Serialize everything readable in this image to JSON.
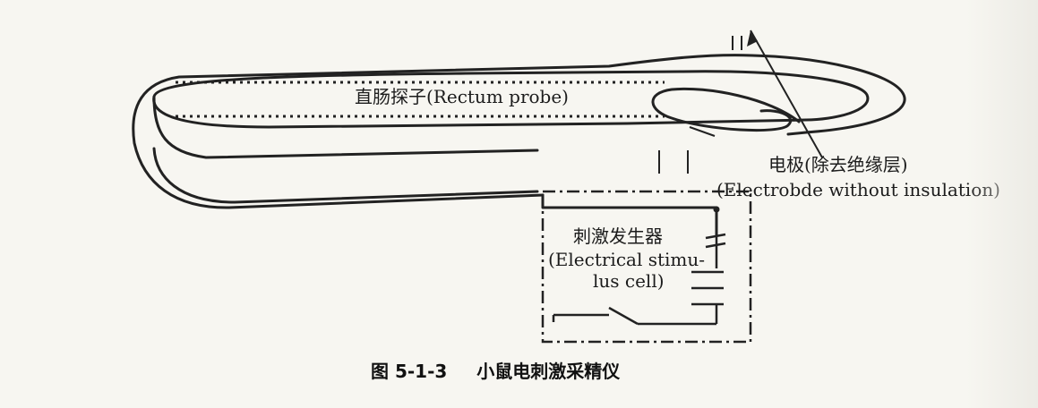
{
  "labels": {
    "rectum_probe": "直肠探子(Rectum probe)",
    "electrode_cn": "电极(除去绝缘层)",
    "electrode_en": "(Electrobde without insulation)",
    "stimulator_cn": "刺激发生器",
    "stimulator_en1": "(Electrical stimu-",
    "stimulator_en2": "lus cell)"
  },
  "caption": {
    "number": "图 5-1-3",
    "title": "小鼠电刺激采精仪"
  }
}
